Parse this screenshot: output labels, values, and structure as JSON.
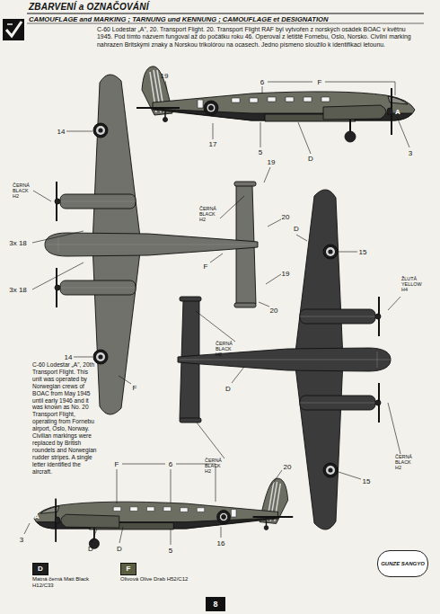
{
  "diagram": {
    "title": "ZBARVENÍ a OZNAČOVÁNÍ",
    "nodes": [
      {
        "text": [
          "8"
        ]
      },
      {
        "text": [
          "GUNZE SANGYO"
        ]
      }
    ],
    "labels": [
      "CAMOUFLAGE and MARKING ; TARNUNG und KENNUNG ; CAMOUFLAGE et DESIGNATION",
      "C-60 Lodestar „A\", 20. Transport Flight. 20. Transport Flight RAF byl vytvořen z norských osádek BOAC v květnu 1945. Pod tímto názvem fungoval až do počátku roku 46. Operoval z letiště Fornebu, Oslo, Norsko. Civilní marking nahrazen Britskými znaky a Norskou trikolórou na ocasech. Jedno písmeno sloužilo k identifikaci letounu.",
      "19",
      "6",
      "F",
      "A",
      "3",
      "17",
      "5",
      "D",
      "14",
      "ČERNÁ BLACK H2",
      "3x 18",
      "3x 18",
      "19",
      "ČERNÁ BLACK H2",
      "20",
      "F",
      "19",
      "20",
      "D",
      "15",
      "ŽLUTÁ YELLOW H4",
      "C-60 Lodestar „A\", 20th Transport Flight. This unit was operated by Norwegian crews of BOAC from May 1945 until early 1946 and it was known as No. 20 Transport Flight, operating from Fornebu airport, Oslo, Norway. Civilian markings were replaced by British roundels and Norwegian rudder stripes. A single letter identified the aircraft.",
      "14",
      "F",
      "ČERNÁ BLACK H2",
      "D",
      "ČERNÁ BLACK H2",
      "ČERNÁ BLACK H2",
      "20",
      "15",
      "F",
      "6",
      "3",
      "A",
      "D",
      "D",
      "5",
      "16",
      "D",
      "F"
    ],
    "legend": [
      {
        "text": "Matná černá Matt Black H12/C33",
        "color": "#1e1e1e"
      },
      {
        "text": "Olivová Olive Drab H52/C12",
        "color": "#5b5e40"
      }
    ]
  }
}
